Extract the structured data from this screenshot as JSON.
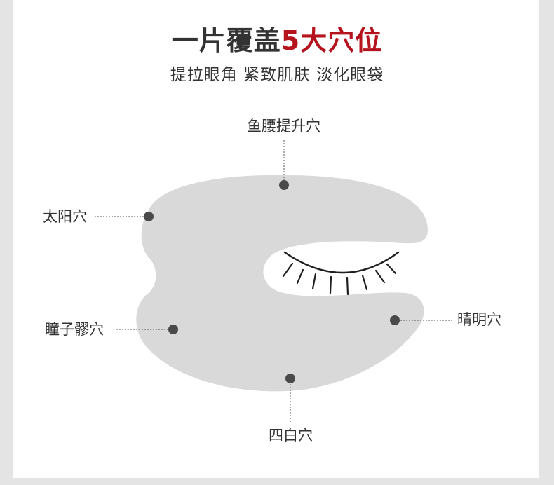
{
  "header": {
    "title_main": "一片覆盖",
    "title_accent": "5大穴位",
    "subtitle": "提拉眼角 紧致肌肤 淡化眼袋"
  },
  "colors": {
    "accent": "#b5141e",
    "patch": "#d9d9d9",
    "point": "#4a4a4a",
    "text": "#333333"
  },
  "acupoints": [
    {
      "label": "鱼腰提升穴"
    },
    {
      "label": "太阳穴"
    },
    {
      "label": "瞳子髎穴"
    },
    {
      "label": "晴明穴"
    },
    {
      "label": "四白穴"
    }
  ]
}
